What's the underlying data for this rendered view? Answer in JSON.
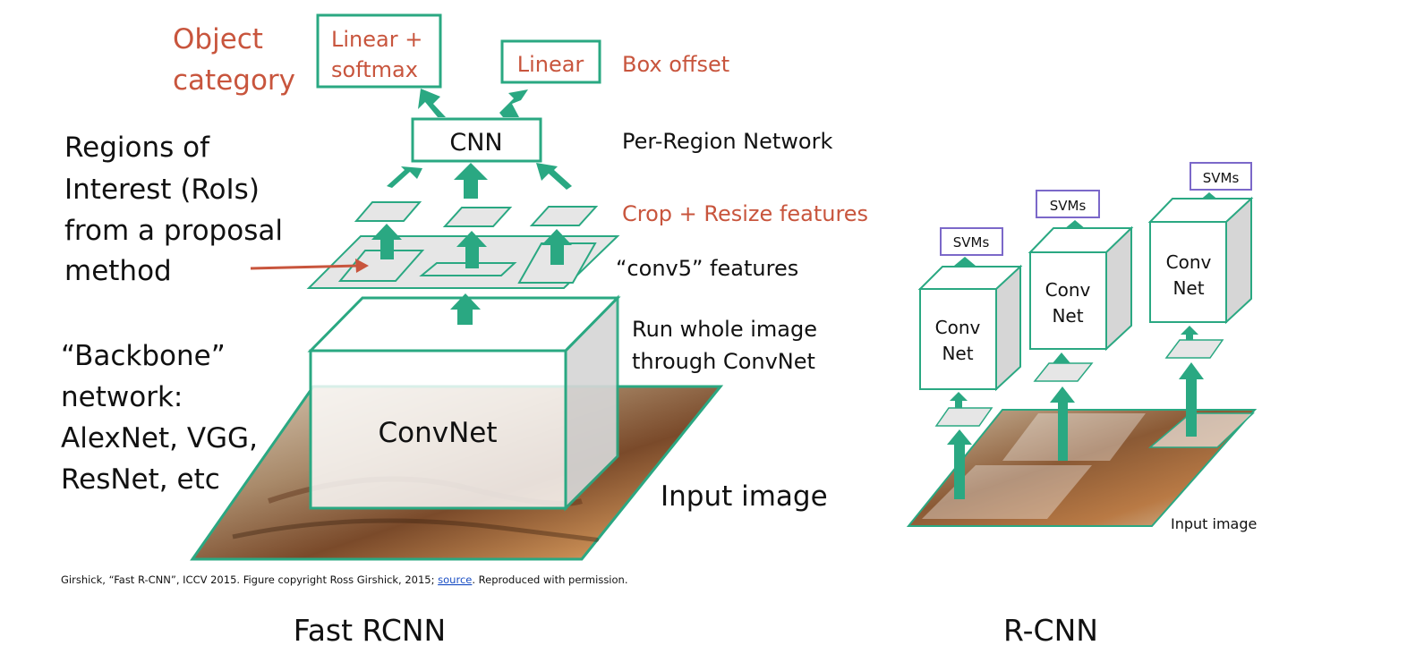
{
  "colors": {
    "teal": "#2aa882",
    "teal_dark": "#1c8a66",
    "orange": "#c8553d",
    "svm_border": "#7b68c9",
    "black": "#111111",
    "box_grey": "#e6e6e6",
    "link_blue": "#1b4fc4"
  },
  "fast_rcnn": {
    "head": {
      "object_category": [
        "Object",
        "category"
      ],
      "linear_softmax": [
        "Linear +",
        "softmax"
      ],
      "linear": "Linear",
      "box_offset": "Box offset",
      "cnn": "CNN",
      "per_region": "Per-Region Network",
      "crop_resize": "Crop + Resize features",
      "conv5": "“conv5” features"
    },
    "rois_label": [
      "Regions of",
      "Interest (RoIs)",
      "from a proposal",
      "method"
    ],
    "run_whole": [
      "Run whole image",
      "through ConvNet"
    ],
    "backbone_label": [
      "“Backbone”",
      "network:",
      "AlexNet, VGG,",
      "ResNet, etc"
    ],
    "convnet": "ConvNet",
    "input_image": "Input image",
    "citation": {
      "prefix": "Girshick, “Fast R-CNN”, ICCV 2015. Figure copyright Ross Girshick, 2015; ",
      "link": "source",
      "suffix": ". Reproduced with permission."
    },
    "caption": "Fast RCNN"
  },
  "rcnn": {
    "svms": "SVMs",
    "conv_net": [
      "Conv",
      "Net"
    ],
    "input_image": "Input image",
    "caption": "R-CNN"
  }
}
